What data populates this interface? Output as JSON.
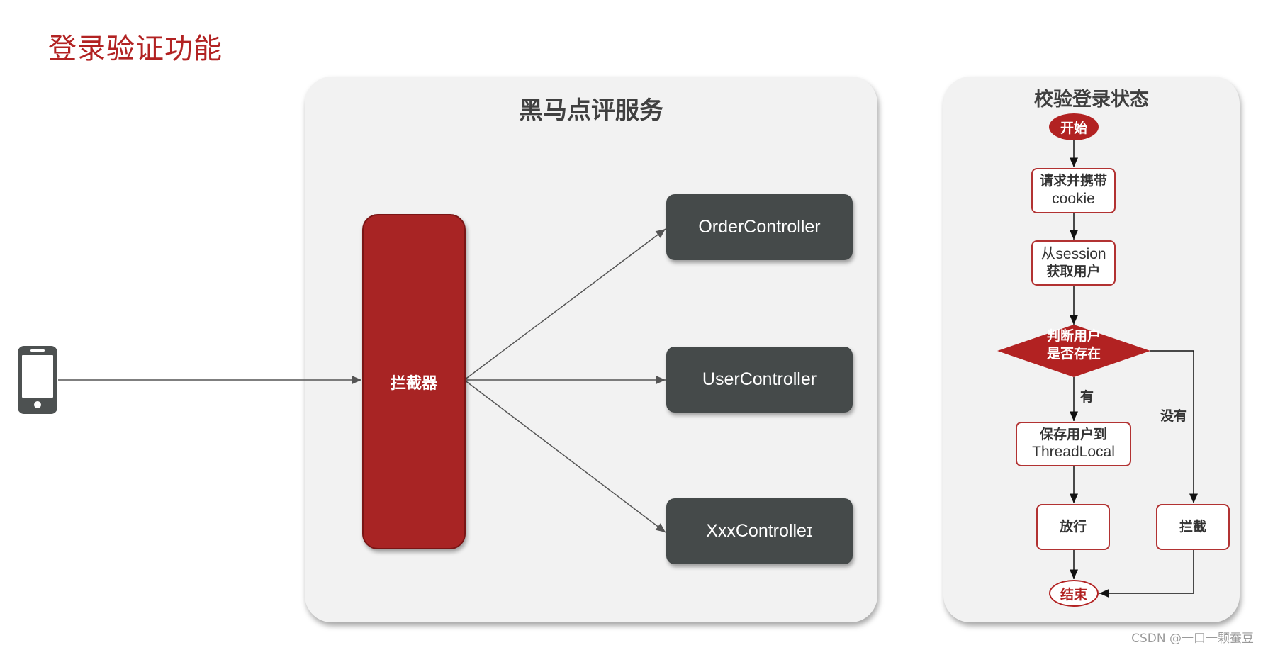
{
  "page_title": "登录验证功能",
  "service_panel": {
    "title": "黑马点评服务",
    "interceptor_label": "拦截器",
    "controllers": [
      "OrderController",
      "UserController",
      "XxxControlleɪ"
    ]
  },
  "check_panel": {
    "title": "校验登录状态",
    "start": "开始",
    "step1": {
      "line1": "请求并携带",
      "line2": "cookie"
    },
    "step2": {
      "line1": "从session",
      "line2": "获取用户"
    },
    "decision": {
      "line1": "判断用户",
      "line2": "是否存在"
    },
    "yes_label": "有",
    "no_label": "没有",
    "save": {
      "line1": "保存用户到",
      "line2": "ThreadLocal"
    },
    "pass": "放行",
    "block": "拦截",
    "end": "结束"
  },
  "client_icon": "mobile-phone-icon",
  "watermark": "CSDN @一口一颗蚕豆",
  "colors": {
    "title_red": "#b22222",
    "interceptor_red": "#a82424",
    "controller_gray": "#454a4a",
    "panel_bg": "#f2f2f2",
    "flow_border": "#b23232"
  }
}
